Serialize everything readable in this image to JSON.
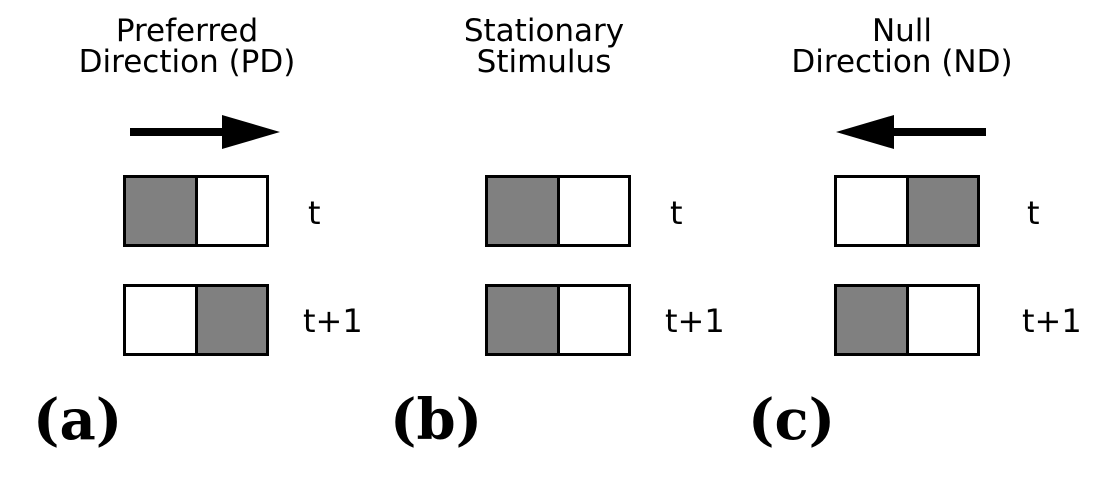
{
  "panels": [
    {
      "letter": "(a)",
      "title_line1": "Preferred",
      "title_line2": "Direction (PD)",
      "arrow": "right",
      "rows": [
        {
          "time": "t",
          "cells": [
            1,
            0
          ]
        },
        {
          "time": "t+1",
          "cells": [
            0,
            1
          ]
        }
      ]
    },
    {
      "letter": "(b)",
      "title_line1": "Stationary",
      "title_line2": "Stimulus",
      "arrow": "none",
      "rows": [
        {
          "time": "t",
          "cells": [
            1,
            0
          ]
        },
        {
          "time": "t+1",
          "cells": [
            1,
            0
          ]
        }
      ]
    },
    {
      "letter": "(c)",
      "title_line1": "Null",
      "title_line2": "Direction (ND)",
      "arrow": "left",
      "rows": [
        {
          "time": "t",
          "cells": [
            0,
            1
          ]
        },
        {
          "time": "t+1",
          "cells": [
            1,
            0
          ]
        }
      ]
    }
  ],
  "colors": {
    "filled": "#808080",
    "empty": "#ffffff",
    "stroke": "#000000"
  }
}
